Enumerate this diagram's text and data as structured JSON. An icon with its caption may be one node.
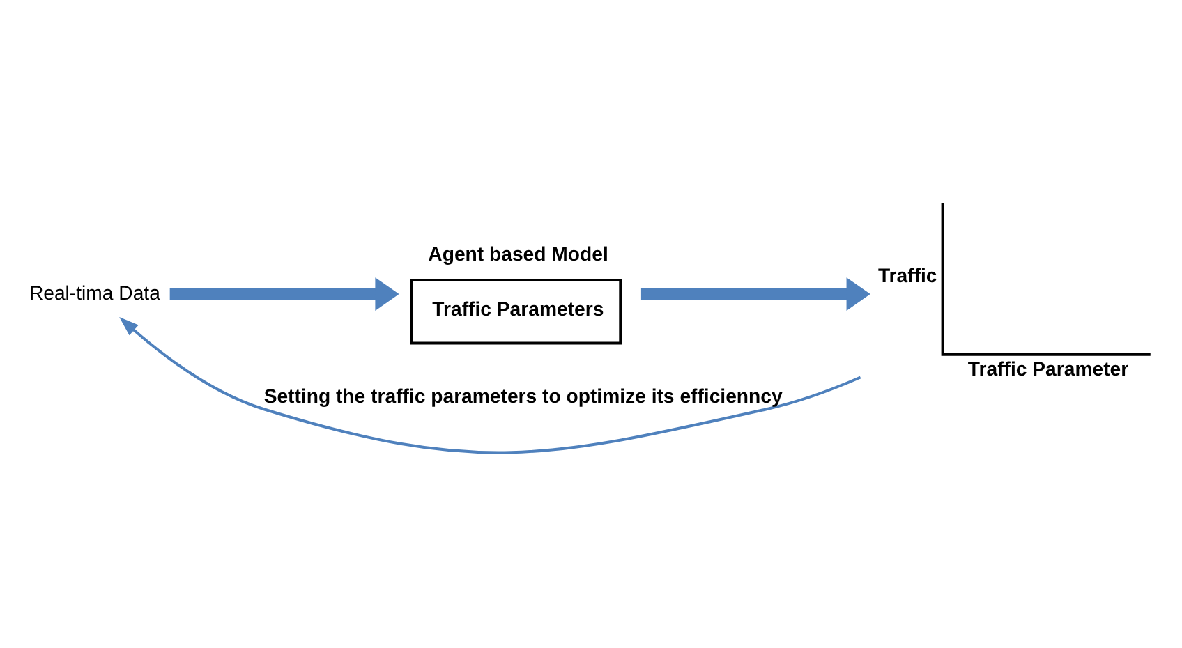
{
  "diagram": {
    "nodes": [
      {
        "text": [
          "Real-tima Data"
        ]
      },
      {
        "text": [
          "Agent based Model",
          "Traffic Parameters"
        ]
      },
      {
        "text": [
          "Traffic",
          "Traffic Parameter"
        ]
      }
    ],
    "edges": [
      {
        "from": 0,
        "to": 1,
        "arrow": "to"
      },
      {
        "from": 1,
        "to": 2,
        "arrow": "to"
      },
      {
        "from": 2,
        "to": 0,
        "arrow": "to",
        "label": "Setting the traffic parameters to optimize its efficienncy"
      }
    ]
  }
}
